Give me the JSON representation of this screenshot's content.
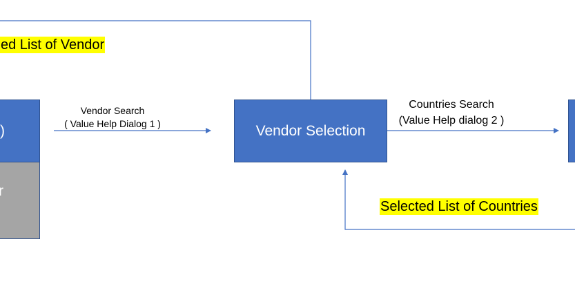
{
  "diagram": {
    "nodes": {
      "left_top": {
        "label": ")"
      },
      "left_bottom": {
        "label": "r"
      },
      "vendor_selection": {
        "label": "Vendor Selection"
      }
    },
    "edges": {
      "vendor_search": {
        "line1": "Vendor Search",
        "line2": "( Value Help Dialog 1 )"
      },
      "countries_search": {
        "line1": "Countries Search",
        "line2": "(Value Help dialog 2 )"
      }
    },
    "highlights": {
      "selected_vendor": "ed List of Vendor",
      "selected_countries": "Selected List of Countries"
    }
  },
  "colors": {
    "box_fill": "#4472c4",
    "box_border": "#2f528f",
    "grey_fill": "#a5a5a5",
    "line": "#4472c4",
    "highlight": "#ffff00"
  }
}
